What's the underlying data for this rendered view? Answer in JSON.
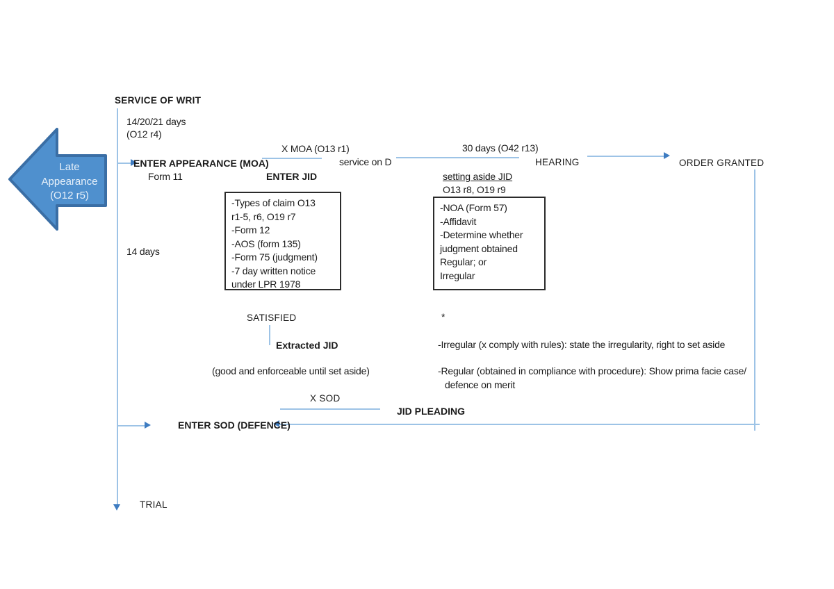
{
  "diagram": {
    "service_of_writ": "SERVICE OF WRIT",
    "appearance_days": "14/20/21 days",
    "appearance_rule": "(O12 r4)",
    "late_appearance": {
      "line1": "Late",
      "line2": "Appearance",
      "line3": "(O12 r5)"
    },
    "enter_appearance": "ENTER APPEARANCE (MOA)",
    "form_11": "Form 11",
    "x_moa": "X MOA (O13 r1)",
    "service_on_d": "service on D",
    "thirty_days": "30 days (O42 r13)",
    "hearing": "HEARING",
    "order_granted": "ORDER GRANTED",
    "enter_jid": "ENTER JID",
    "jid_box": {
      "lines": [
        "-Types of claim O13",
        "r1-5, r6, O19 r7",
        "-Form 12",
        "-AOS (form 135)",
        "-Form 75 (judgment)",
        "-7 day written notice",
        "under LPR 1978"
      ]
    },
    "setting_aside_title": "setting aside JID",
    "setting_aside_rules": "O13 r8, O19 r9",
    "setting_aside_box": {
      "lines": [
        "-NOA (Form 57)",
        "-Affidavit",
        " -Determine whether",
        "judgment obtained",
        "Regular; or",
        "Irregular"
      ]
    },
    "fourteen_days": "14 days",
    "satisfied": "SATISFIED",
    "extracted_jid": "Extracted JID",
    "good_note": "(good and enforceable until set aside)",
    "asterisk": "*",
    "irregular_note": "-Irregular (x comply with rules): state the irregularity, right to set aside",
    "regular_note": "-Regular (obtained in compliance with procedure): Show prima facie case/",
    "regular_note_cont": "defence on merit",
    "x_sod": "X SOD",
    "jid_pleading": "JID PLEADING",
    "enter_sod": "ENTER SOD (DEFENCE)",
    "trial": "TRIAL"
  },
  "colors": {
    "line": "#9DC3E6",
    "ah": "#3E7CC1",
    "shape_fill": "#4F90CE",
    "shape_border": "#3A6EA5",
    "shape_text": "#E8F1FA",
    "ink": "#1B1B1B"
  }
}
